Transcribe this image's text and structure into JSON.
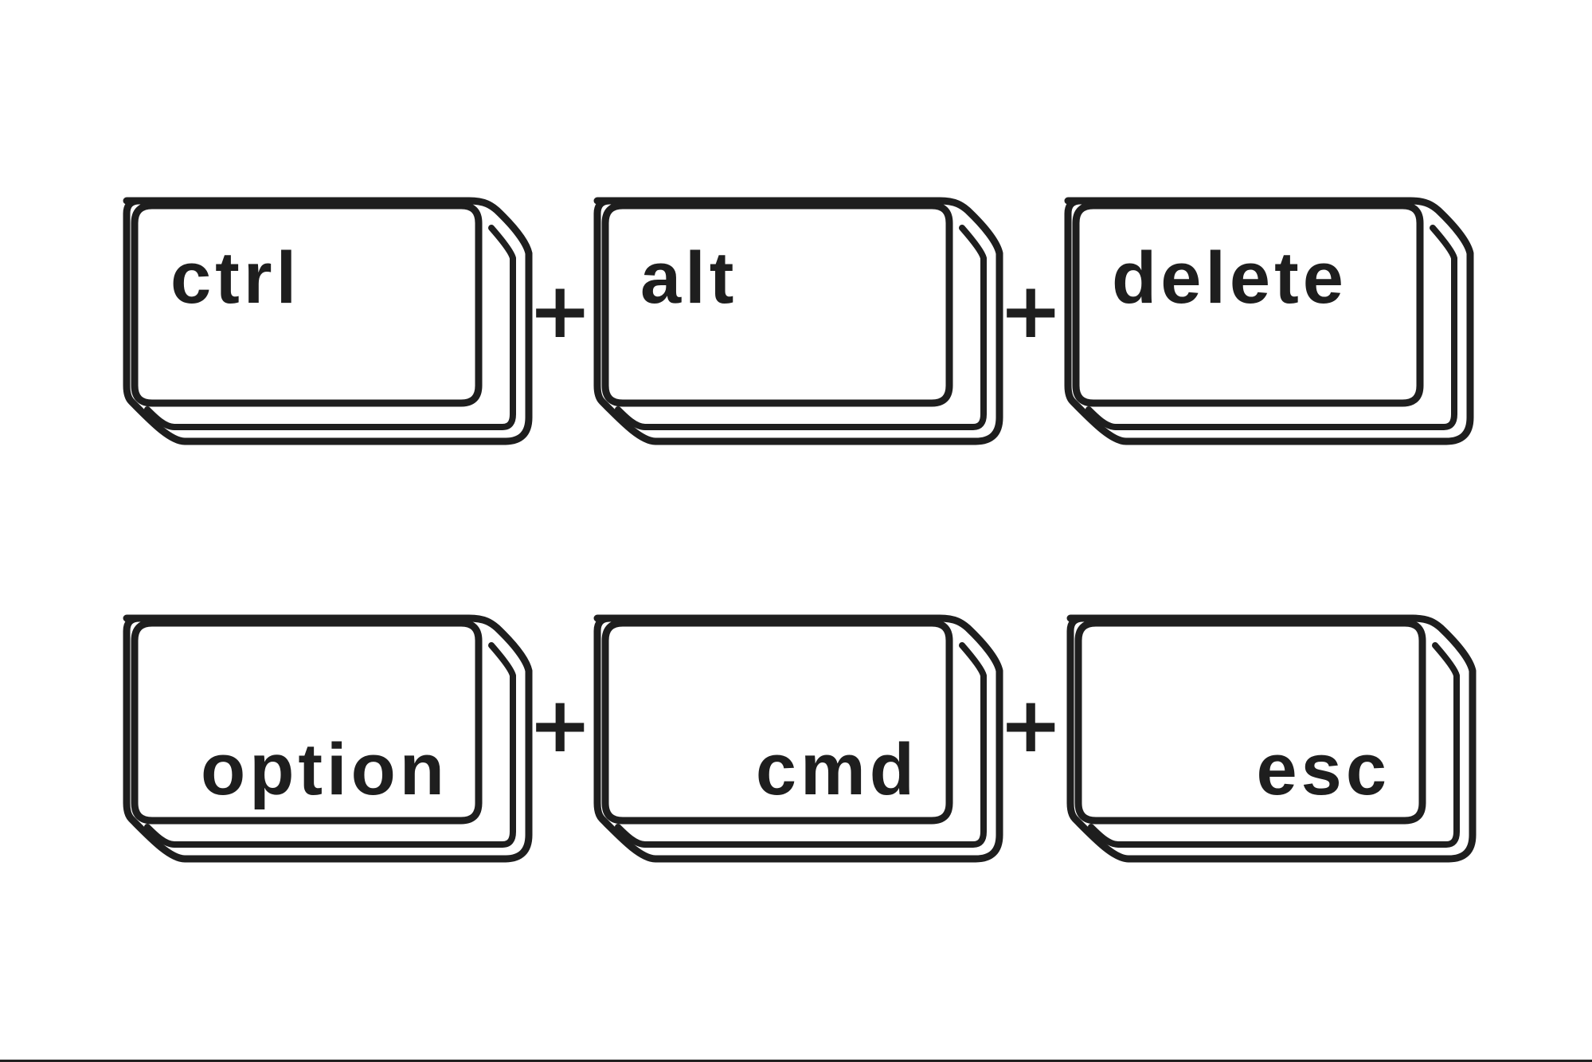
{
  "keys": [
    {
      "name": "key-ctrl",
      "label": "ctrl"
    },
    {
      "name": "key-alt",
      "label": "alt"
    },
    {
      "name": "key-delete",
      "label": "delete"
    },
    {
      "name": "key-option",
      "label": "option"
    },
    {
      "name": "key-cmd",
      "label": "cmd"
    },
    {
      "name": "key-esc",
      "label": "esc"
    }
  ],
  "plus": "+",
  "colors": {
    "stroke": "#1e1e1e",
    "fill": "#ffffff"
  }
}
